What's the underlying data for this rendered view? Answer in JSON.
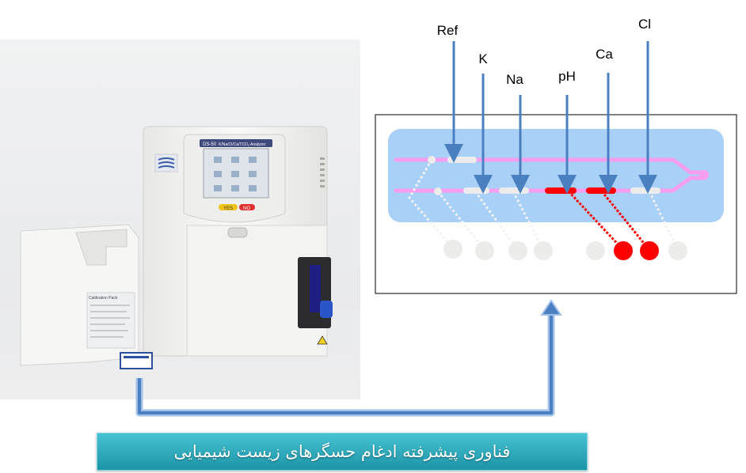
{
  "sensor_labels": {
    "ref": "Ref",
    "k": "K",
    "na": "Na",
    "ph": "pH",
    "ca": "Ca",
    "cl": "Cl"
  },
  "device": {
    "model_badge": "DS-50",
    "model_text": "K/Na/Cl/Ca/TCO₂ Analyzer",
    "yes_label": "YES",
    "no_label": "NO",
    "pack_label": "Calibration Pack"
  },
  "banner": {
    "text": "فناوری پیشرفته ادغام حسگرهای زیست شیمیایی"
  },
  "colors": {
    "channel_bg": "#a9d0f7",
    "channel_line": "#f79ef0",
    "active": "#ff0000",
    "sensor_idle": "#ececec",
    "arrow": "#4a7fc0",
    "banner": "#2aaabb"
  }
}
